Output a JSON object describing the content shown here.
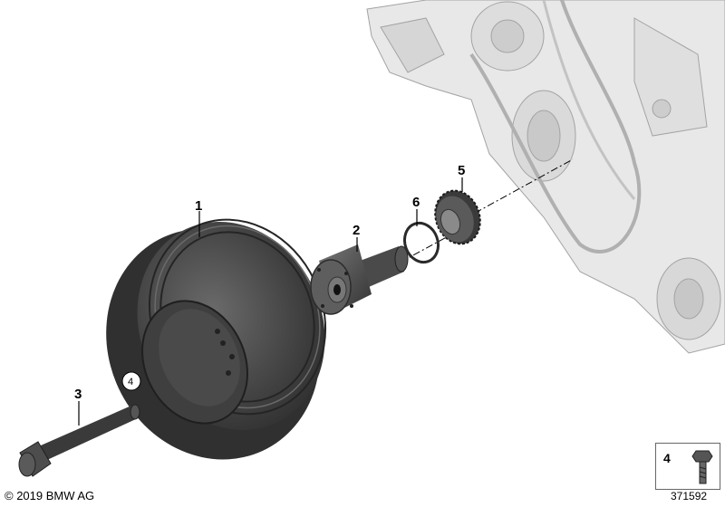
{
  "callouts": {
    "part_1": "1",
    "part_2": "2",
    "part_3": "3",
    "part_5": "5",
    "part_6": "6",
    "circled_4": "4"
  },
  "legend": {
    "item_number": "4",
    "icon": "screw-icon"
  },
  "footer": {
    "copyright": "© 2019 BMW AG",
    "diagram_id": "371592"
  },
  "colors": {
    "part_dark": "#3c3c3c",
    "part_mid": "#5a5a5a",
    "engine_ghost": "#d8d8d8",
    "line": "#000000"
  }
}
